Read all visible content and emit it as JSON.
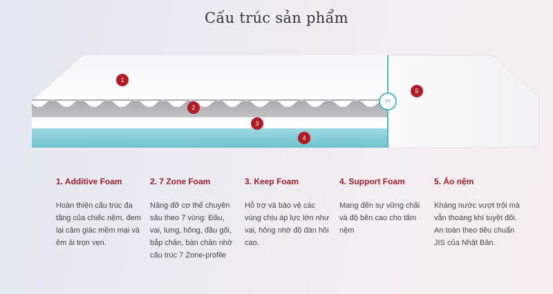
{
  "title": "Cấu trúc sản phẩm",
  "markers": [
    "1",
    "2",
    "3",
    "4",
    "5"
  ],
  "compare_handle": "‹›",
  "layers": [
    {
      "heading": "1. Additive Foam",
      "description": "Hoàn thiện cấu trúc đa tầng của chiếc nệm, đem lại cảm giác mềm mại và êm ái trọn vẹn."
    },
    {
      "heading": "2. 7 Zone Foam",
      "description": "Nâng đỡ cơ thể chuyên sâu theo 7 vùng: Đầu, vai, lưng, hông, đầu gối, bắp chân, bàn chân nhờ cấu trúc 7 Zone-profile"
    },
    {
      "heading": "3. Keep Foam",
      "description": "Hỗ trợ và bảo vệ các vùng chịu áp lực lớn như vai, hông nhờ độ đàn hồi cao."
    },
    {
      "heading": "4. Support Foam",
      "description": "Mang đến sự vững chãi và độ bền cao cho tấm nệm"
    },
    {
      "heading": "5. Áo nệm",
      "description": "Kháng nước vượt trội mà vẫn thoáng khí tuyệt đối. An toàn theo tiêu chuẩn JIS của Nhật Bản."
    }
  ],
  "colors": {
    "accent_red": "#b31b24",
    "heading_red": "#a31d26",
    "divider_teal": "#4bb8c8",
    "support_foam": "#7ecad6",
    "zone_foam": "#b5b5b8"
  }
}
